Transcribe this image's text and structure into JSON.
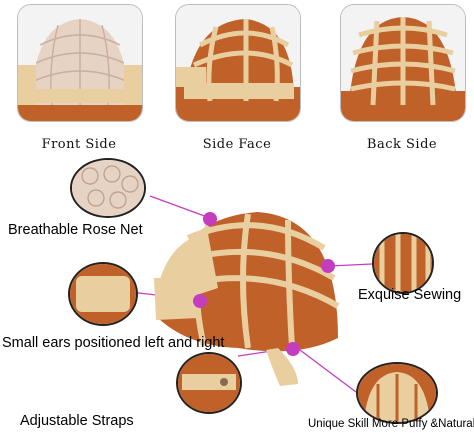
{
  "panels": [
    {
      "caption": "Front Side"
    },
    {
      "caption": "Side Face"
    },
    {
      "caption": "Back Side"
    }
  ],
  "features": {
    "rose_net": "Breathable Rose Net",
    "sewing": "Exquise Sewing",
    "ears": "Small ears positioned left and right",
    "straps": "Adjustable Straps",
    "puffy": "Unique Skill More Puffy &Natural"
  },
  "colors": {
    "hair": "#c0612a",
    "lace": "#e9cfa0",
    "accent_dot": "#c53dbf"
  }
}
